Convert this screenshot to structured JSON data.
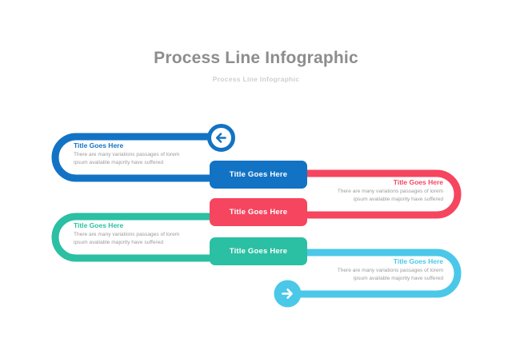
{
  "header": {
    "title": "Process Line Infographic",
    "subtitle": "Process Line Infographic"
  },
  "colors": {
    "blue": "#1273C4",
    "red": "#F5455F",
    "teal": "#2BBFA3",
    "cyan": "#4BC8E8",
    "title_gray": "#8d8d8d",
    "subtitle_gray": "#cfcfcf",
    "body_gray": "#9b9b9b"
  },
  "common": {
    "title_text": "Title Goes Here",
    "body_text": "There are many variations passages of lorem ipsum available  majority have suffered"
  },
  "pipes": [
    {
      "id": "pipe-blue",
      "color": "#1273C4",
      "side": "left",
      "title": "Title Goes Here",
      "body": "There are many variations passages of lorem ipsum available  majority have suffered",
      "align": "left"
    },
    {
      "id": "pipe-red",
      "color": "#F5455F",
      "side": "right",
      "title": "Title Goes Here",
      "body": "There are many variations passages of lorem ipsum available  majority have suffered",
      "align": "right"
    },
    {
      "id": "pipe-teal",
      "color": "#2BBFA3",
      "side": "left",
      "title": "Title Goes Here",
      "body": "There are many variations passages of lorem ipsum available  majority have suffered",
      "align": "left"
    },
    {
      "id": "pipe-cyan",
      "color": "#4BC8E8",
      "side": "right",
      "title": "Title Goes Here",
      "body": "There are many variations passages of lorem ipsum available  majority have suffered",
      "align": "right"
    }
  ],
  "label_boxes": [
    {
      "id": "label-blue",
      "color": "#1273C4",
      "label": "Title Goes Here"
    },
    {
      "id": "label-red",
      "color": "#F5455F",
      "label": "Title Goes Here"
    },
    {
      "id": "label-teal",
      "color": "#2BBFA3",
      "label": "Title Goes Here"
    }
  ],
  "arrows": [
    {
      "id": "arrow-left",
      "icon": "arrow-left-circle-icon",
      "color": "#1273C4",
      "style": "outline"
    },
    {
      "id": "arrow-right",
      "icon": "arrow-right-circle-icon",
      "color": "#4BC8E8",
      "style": "filled"
    }
  ]
}
